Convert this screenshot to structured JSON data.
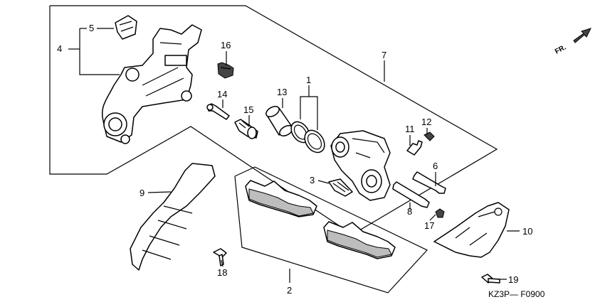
{
  "callouts": {
    "c1": "1",
    "c2": "2",
    "c3": "3",
    "c4": "4",
    "c5": "5",
    "c6": "6",
    "c7": "7",
    "c8": "8",
    "c9": "9",
    "c10": "10",
    "c11": "11",
    "c12": "12",
    "c13": "13",
    "c14": "14",
    "c15": "15",
    "c16": "16",
    "c17": "17",
    "c18": "18",
    "c19": "19"
  },
  "direction_label": "FR.",
  "diagram_code": "KZ3P— F0900"
}
